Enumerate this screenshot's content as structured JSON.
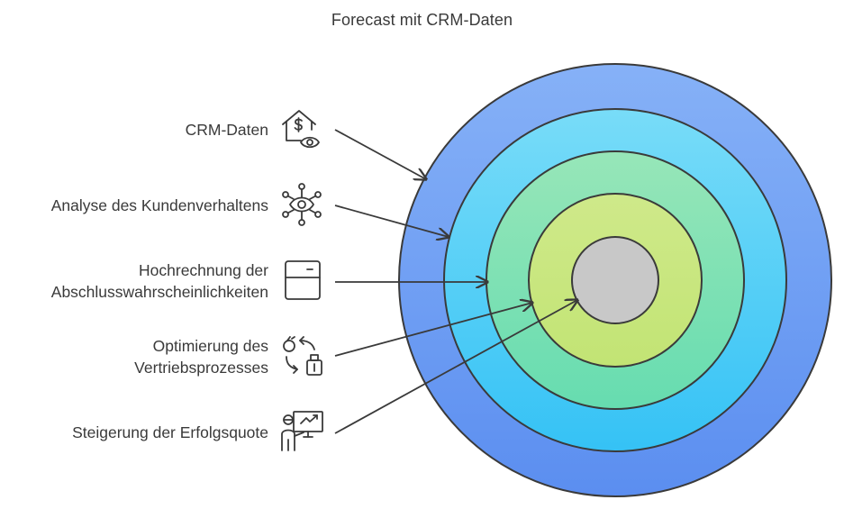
{
  "title": "Forecast mit CRM-Daten",
  "items": [
    {
      "label": "CRM-Daten",
      "icon": "house-dollar-eye-icon",
      "ring_color": "#7aa9f7"
    },
    {
      "label": "Analyse des Kundenverhaltens",
      "icon": "network-eye-icon",
      "ring_color": "#6cd6f5"
    },
    {
      "label_line1": "Hochrechnung der",
      "label_line2": "Abschlusswahrscheinlichkeiten",
      "icon": "calendar-card-icon",
      "ring_color": "#8ee4b8"
    },
    {
      "label_line1": "Optimierung des",
      "label_line2": "Vertriebsprozesses",
      "icon": "cycle-process-icon",
      "ring_color": "#c7e57a"
    },
    {
      "label": "Steigerung der Erfolgsquote",
      "icon": "presenter-chart-icon",
      "ring_color": "#c8c8c8"
    }
  ]
}
